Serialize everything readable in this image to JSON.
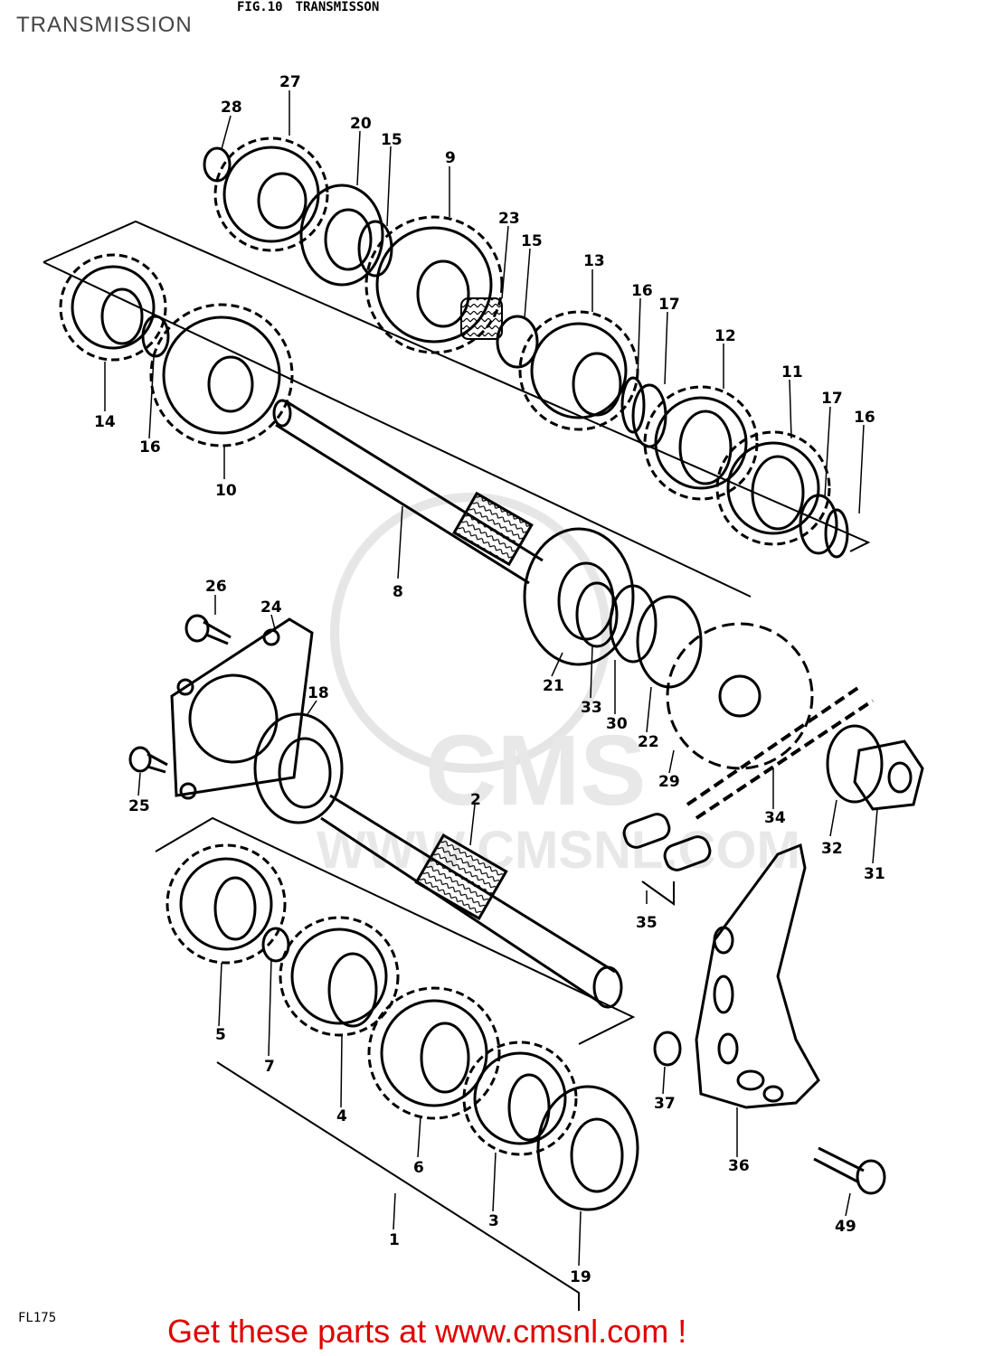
{
  "header": {
    "title": "TRANSMISSION"
  },
  "figure": {
    "fig_label": "FIG.10",
    "fig_title": "TRANSMISSON"
  },
  "watermark": {
    "brand": "CMS",
    "url": "WWW.CMSNL.COM"
  },
  "footer": {
    "model_code": "FL175",
    "cta": "Get these parts at www.cmsnl.com !"
  },
  "callouts": [
    "27",
    "28",
    "20",
    "15",
    "9",
    "23",
    "15",
    "13",
    "16",
    "17",
    "12",
    "11",
    "17",
    "16",
    "14",
    "16",
    "10",
    "8",
    "26",
    "24",
    "18",
    "25",
    "21",
    "33",
    "30",
    "22",
    "29",
    "34",
    "32",
    "31",
    "2",
    "35",
    "5",
    "7",
    "4",
    "6",
    "3",
    "1",
    "19",
    "37",
    "36",
    "49"
  ]
}
